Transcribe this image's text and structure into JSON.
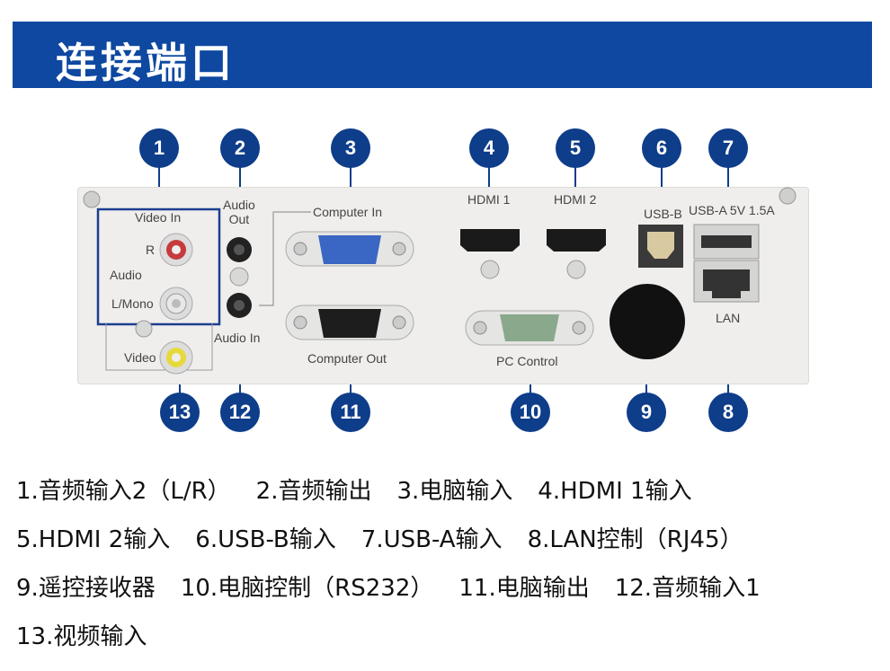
{
  "header": {
    "title": "连接端口"
  },
  "ports": {
    "labels": {
      "video_in": "Video In",
      "r": "R",
      "audio": "Audio",
      "l_mono": "L/Mono",
      "video": "Video",
      "audio_out": "Audio\nOut",
      "audio_in": "Audio In",
      "computer_in": "Computer In",
      "computer_out": "Computer Out",
      "hdmi1": "HDMI 1",
      "hdmi2": "HDMI 2",
      "usb_b": "USB-B",
      "usb_a": "USB-A 5V 1.5A",
      "lan": "LAN",
      "pc_control": "PC Control"
    },
    "badges": [
      "1",
      "2",
      "3",
      "4",
      "5",
      "6",
      "7",
      "8",
      "9",
      "10",
      "11",
      "12",
      "13"
    ]
  },
  "legend": {
    "row1": [
      "1.音频输入2（L/R）",
      "2.音频输出",
      "3.电脑输入",
      "4.HDMI 1输入"
    ],
    "row2": [
      "5.HDMI 2输入",
      "6.USB-B输入",
      "7.USB-A输入",
      "8.LAN控制（RJ45）"
    ],
    "row3": [
      "9.遥控接收器",
      "10.电脑控制（RS232）",
      "11.电脑输出",
      "12.音频输入1"
    ],
    "row4": [
      "13.视频输入"
    ]
  },
  "colors": {
    "header": "#0e48a0",
    "badge": "#0e3d8a",
    "vga": "#3a66c4"
  }
}
